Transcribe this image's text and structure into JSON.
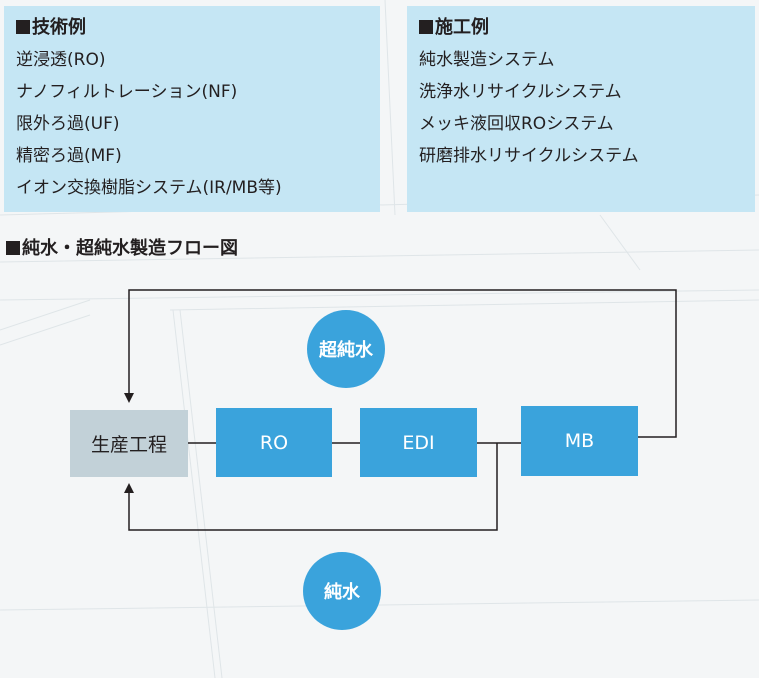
{
  "technology_panel": {
    "title": "技術例",
    "items": [
      "逆浸透(RO)",
      "ナノフィルトレーション(NF)",
      "限外ろ過(UF)",
      "精密ろ過(MF)",
      "イオン交換樹脂システム(IR/MB等)"
    ]
  },
  "construction_panel": {
    "title": "施工例",
    "items": [
      "純水製造システム",
      "洗浄水リサイクルシステム",
      "メッキ液回収ROシステム",
      "研磨排水リサイクルシステム"
    ]
  },
  "diagram": {
    "title": "純水・超純水製造フロー図",
    "nodes": {
      "production": "生産工程",
      "ro": "RO",
      "edi": "EDI",
      "mb": "MB"
    },
    "labels": {
      "ultrapure": "超純水",
      "pure": "純水"
    }
  },
  "colors": {
    "panel_bg": "#c5e6f4",
    "accent_blue": "#3aa3dc",
    "process_gray": "#c2d1d8",
    "line": "#231f20"
  }
}
